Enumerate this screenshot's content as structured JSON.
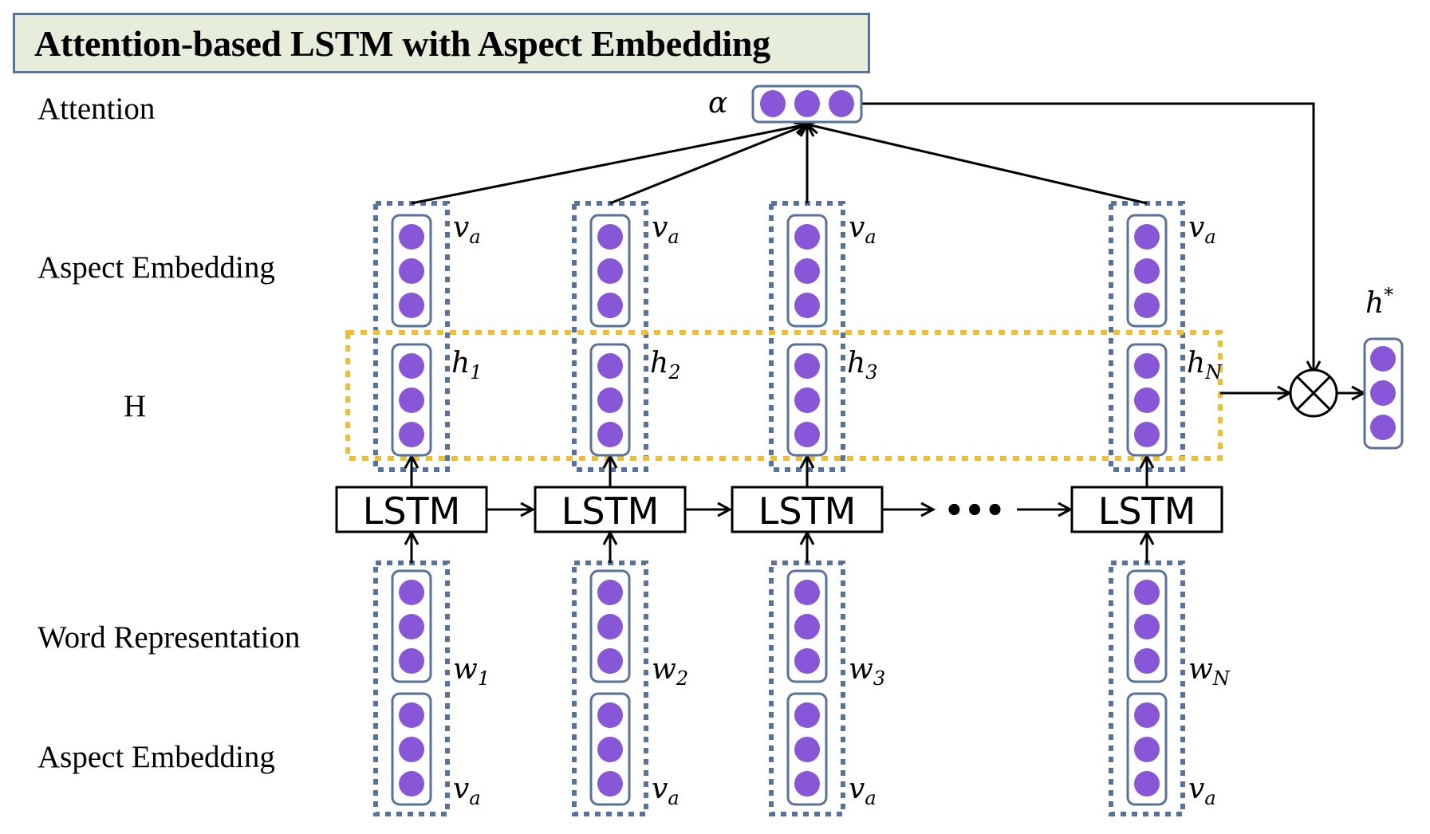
{
  "title": "Attention-based LSTM with Aspect Embedding",
  "row_labels": {
    "attention": "Attention",
    "aspect_embedding_top": "Aspect Embedding",
    "hidden": "H",
    "word_representation": "Word Representation",
    "aspect_embedding_bottom": "Aspect Embedding"
  },
  "attention_vector": {
    "symbol": "α",
    "units": 3
  },
  "output_vector": {
    "symbol": "h",
    "superscript": "*",
    "units": 3
  },
  "combine_operator": "⊗",
  "lstm_label": "LSTM",
  "ellipsis": "•••",
  "columns": [
    {
      "aspect_top": {
        "base": "v",
        "sub": "a"
      },
      "hidden": {
        "base": "h",
        "sub": "1"
      },
      "word": {
        "base": "w",
        "sub": "1"
      },
      "aspect_bottom": {
        "base": "v",
        "sub": "a"
      }
    },
    {
      "aspect_top": {
        "base": "v",
        "sub": "a"
      },
      "hidden": {
        "base": "h",
        "sub": "2"
      },
      "word": {
        "base": "w",
        "sub": "2"
      },
      "aspect_bottom": {
        "base": "v",
        "sub": "a"
      }
    },
    {
      "aspect_top": {
        "base": "v",
        "sub": "a"
      },
      "hidden": {
        "base": "h",
        "sub": "3"
      },
      "word": {
        "base": "w",
        "sub": "3"
      },
      "aspect_bottom": {
        "base": "v",
        "sub": "a"
      }
    },
    {
      "aspect_top": {
        "base": "v",
        "sub": "a"
      },
      "hidden": {
        "base": "h",
        "sub": "N"
      },
      "word": {
        "base": "w",
        "sub": "N"
      },
      "aspect_bottom": {
        "base": "v",
        "sub": "a"
      }
    }
  ],
  "colors": {
    "unit_fill": "#8757d8",
    "vector_border": "#58739b",
    "column_dash": "#58739b",
    "hidden_group_dash": "#f0be32",
    "title_bg": "#e6eedb"
  }
}
